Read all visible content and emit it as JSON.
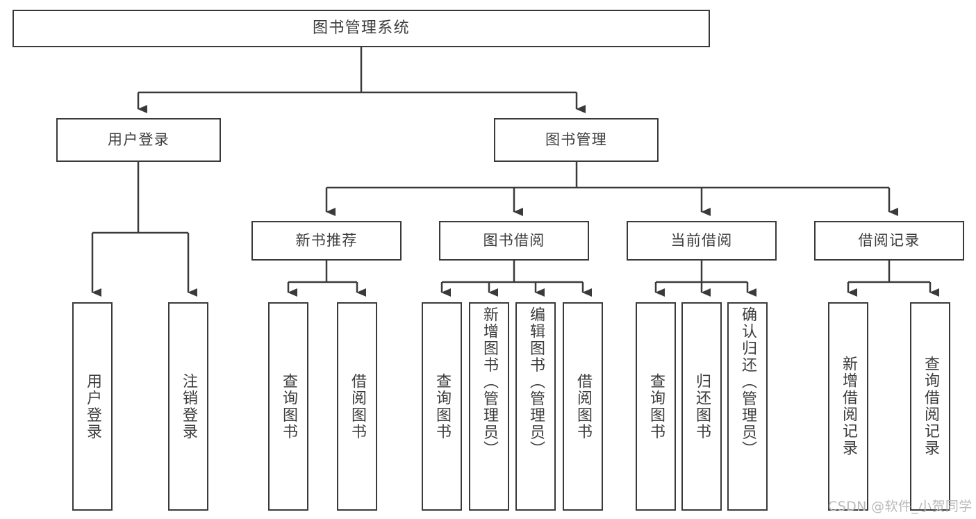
{
  "diagram": {
    "title": "图书管理系统",
    "type": "function-structure-tree",
    "stroke_color": "#3a3a3a",
    "text_color": "#3c3c3c",
    "background_color": "#ffffff",
    "watermark": "CSDN @软件_小贺同学"
  },
  "nodes": {
    "root": {
      "label": "图书管理系统"
    },
    "level1": [
      {
        "label": "用户登录"
      },
      {
        "label": "图书管理"
      }
    ],
    "level2": [
      {
        "label": "新书推荐"
      },
      {
        "label": "图书借阅"
      },
      {
        "label": "当前借阅"
      },
      {
        "label": "借阅记录"
      }
    ],
    "leaves": {
      "user_login": [
        {
          "label": "用户登录"
        },
        {
          "label": "注销登录"
        }
      ],
      "new_book_recommend": [
        {
          "label": "查询图书"
        },
        {
          "label": "借阅图书"
        }
      ],
      "book_borrow": [
        {
          "label": "查询图书"
        },
        {
          "label": "新增图书（管理员）"
        },
        {
          "label": "编辑图书（管理员）"
        },
        {
          "label": "借阅图书"
        }
      ],
      "current_borrow": [
        {
          "label": "查询图书"
        },
        {
          "label": "归还图书"
        },
        {
          "label": "确认归还（管理员）"
        }
      ],
      "borrow_record": [
        {
          "label": "新增借阅记录"
        },
        {
          "label": "查询借阅记录"
        }
      ]
    }
  }
}
